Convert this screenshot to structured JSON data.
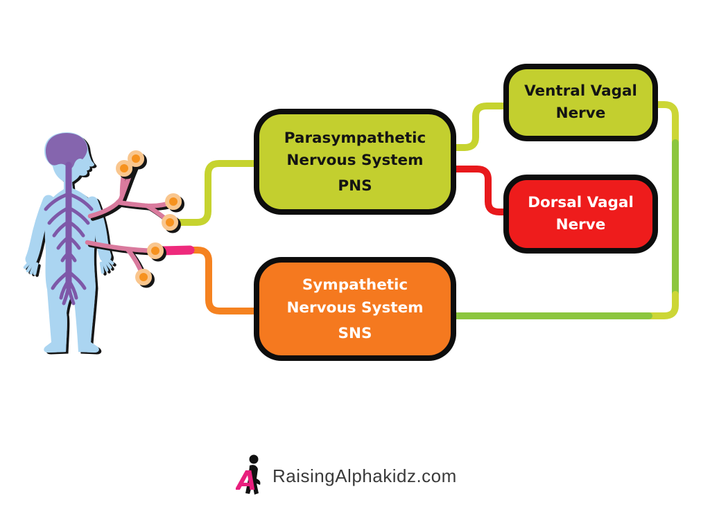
{
  "nodes": {
    "pns": {
      "title": "Parasympathetic\nNervous System",
      "abbr": "PNS",
      "fill": "#c3cf2f",
      "text_color": "#141414"
    },
    "ventral": {
      "title": "Ventral Vagal\nNerve",
      "fill": "#c3cf2f",
      "text_color": "#141414"
    },
    "dorsal": {
      "title": "Dorsal Vagal\nNerve",
      "fill": "#ee1c1c",
      "text_color": "#ffffff"
    },
    "sns": {
      "title": "Sympathetic\nNervous System",
      "abbr": "SNS",
      "fill": "#f5791f",
      "text_color": "#ffffff"
    }
  },
  "connectors": {
    "body_to_pns": {
      "color": "#c6d32f"
    },
    "pns_to_ventral": {
      "color": "#c6d32f"
    },
    "pns_to_dorsal": {
      "color": "#e8191c"
    },
    "body_to_sns": {
      "color": "#f58220"
    },
    "body_to_sns_segment": {
      "color": "#ee2a7c"
    },
    "ventral_to_sns_upper": {
      "color": "#ccd636"
    },
    "ventral_to_sns_mid": {
      "color": "#8cc63e"
    },
    "ventral_to_sns_curve": {
      "color": "#ccd636"
    },
    "ventral_to_sns_bottom": {
      "color": "#8cc63e"
    }
  },
  "body_illustration": {
    "skin": "#abd5f1",
    "brain": "#8565ae",
    "spine": "#7e58a8",
    "nerve_branch": "#d97a9d",
    "nerve_ending_ring": "#f9c68e",
    "nerve_ending_core": "#f6921f",
    "outline": "#161616"
  },
  "footer": {
    "brand": "RaisingAlphakidz.com",
    "text_color": "#3a3a3a",
    "icon_color": "#e81f7d"
  }
}
